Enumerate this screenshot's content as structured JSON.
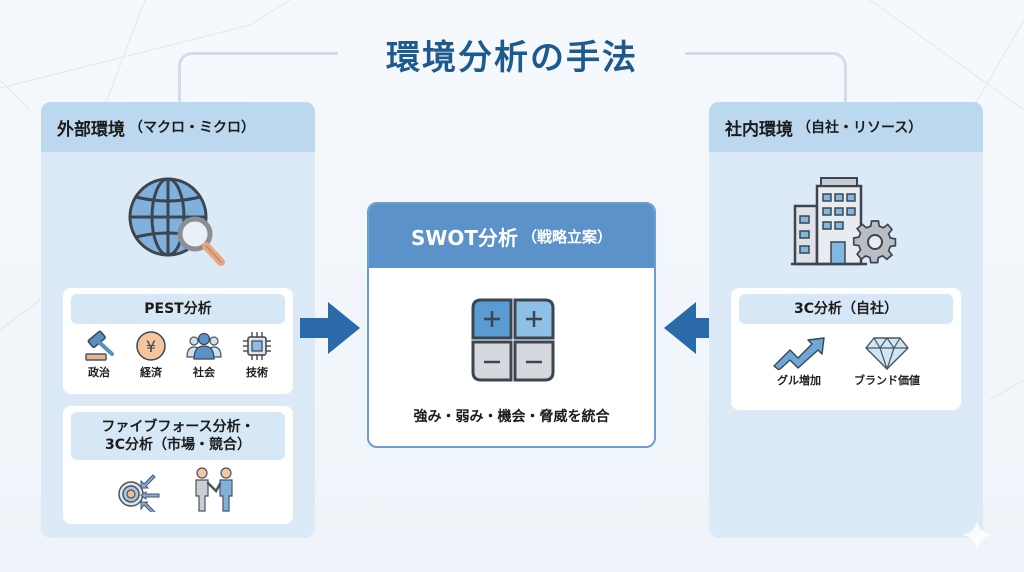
{
  "title": "環境分析の手法",
  "external": {
    "heading": "外部環境",
    "heading_sub": "（マクロ・ミクロ）",
    "hero_icon": "globe-search-icon",
    "pest": {
      "title": "PEST分析",
      "items": [
        {
          "label": "政治",
          "icon": "gavel-icon"
        },
        {
          "label": "経済",
          "icon": "yen-coin-icon"
        },
        {
          "label": "社会",
          "icon": "people-group-icon"
        },
        {
          "label": "技術",
          "icon": "microchip-icon"
        }
      ]
    },
    "five_forces": {
      "title_line1": "ファイブフォース分析・",
      "title_line2": "3C分析（市場・競合）",
      "icons": [
        "target-arrows-icon",
        "handshake-icon"
      ]
    }
  },
  "swot": {
    "heading": "SWOT分析",
    "heading_sub": "（戦略立案）",
    "grid_icon": "swot-grid-icon",
    "cells": [
      "+",
      "+",
      "−",
      "−"
    ],
    "caption": "強み・弱み・機会・脅威を統合"
  },
  "internal": {
    "heading": "社内環境",
    "heading_sub": "（自社・リソース）",
    "hero_icon": "building-gear-icon",
    "three_c": {
      "title": "3C分析（自社）",
      "items": [
        {
          "label": "グル増加",
          "icon": "trend-up-arrow-icon"
        },
        {
          "label": "ブランド価値",
          "icon": "diamond-icon"
        }
      ]
    }
  },
  "colors": {
    "title": "#1f5a8e",
    "panel_bg": "#dbeaf6",
    "panel_head": "#bcd8ee",
    "swot_head": "#5b92c9",
    "arrow": "#2a6aa8"
  }
}
